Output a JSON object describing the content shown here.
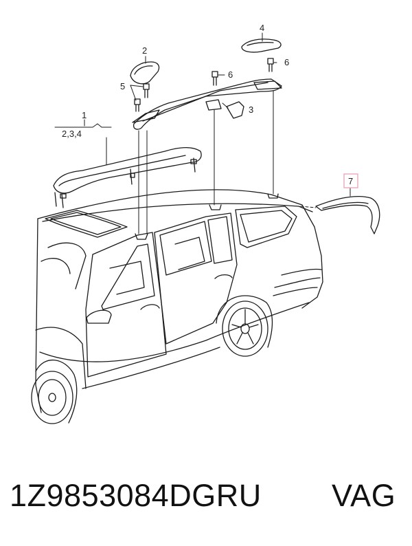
{
  "callouts": {
    "c1": "1",
    "c1_sub": "2,3,4",
    "c2": "2",
    "c3": "3",
    "c4": "4",
    "c5": "5",
    "c6a": "6",
    "c6b": "6",
    "c7": "7"
  },
  "colors": {
    "line": "#1a1a1a",
    "highlight": "#e8a0b4"
  },
  "footer": {
    "part_number": "1Z9853084DGRU",
    "brand": "VAG"
  }
}
